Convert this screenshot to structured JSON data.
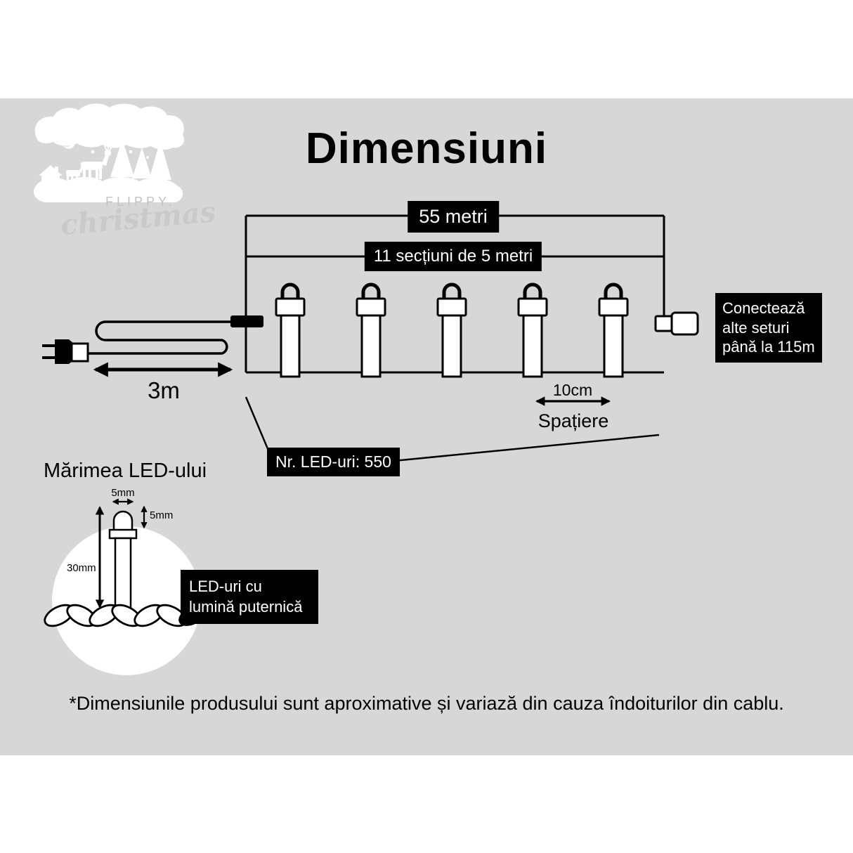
{
  "colors": {
    "background_band": "#d7d7d7",
    "page_background": "#ffffff",
    "label_box_bg": "#000000",
    "label_box_text": "#ffffff",
    "line_color": "#000000",
    "logo_text": "#c7c7c7"
  },
  "logo": {
    "brand_name": "FLIPPY.",
    "brand_script": "christmas"
  },
  "header": {
    "title": "Dimensiuni"
  },
  "diagram": {
    "total_length": "55 metri",
    "sections": "11 secțiuni de 5 metri",
    "lead_length": "3m",
    "spacing_value": "10cm",
    "spacing_label": "Spațiere",
    "led_count": "Nr. LED-uri: 550",
    "extend_note": "Conectează alte seturi până la 115m"
  },
  "led_detail": {
    "title": "Mărimea LED-ului",
    "bulb_width": "5mm",
    "bulb_height": "5mm",
    "bulb_length": "30mm",
    "feature_note": "LED-uri cu lumină puternică"
  },
  "footer": {
    "disclaimer": "*Dimensiunile produsului sunt aproximative și variază din cauza îndoiturilor din cablu."
  }
}
